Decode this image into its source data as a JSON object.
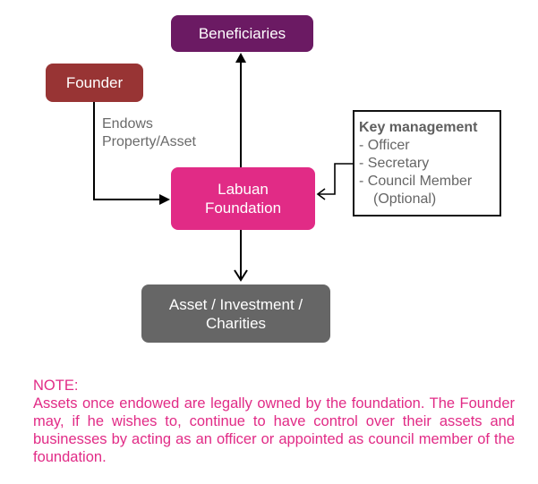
{
  "diagram": {
    "nodes": {
      "beneficiaries": {
        "label": "Beneficiaries",
        "color": "#6B1A63"
      },
      "founder": {
        "label": "Founder",
        "color": "#983434"
      },
      "foundation": {
        "line1": "Labuan",
        "line2": "Foundation",
        "color": "#E12B86"
      },
      "assets": {
        "line1": "Asset / Investment /",
        "line2": "Charities",
        "color": "#666666"
      }
    },
    "edge_label": {
      "line1": "Endows",
      "line2": "Property/Asset"
    },
    "key_management": {
      "title": "Key management",
      "items": [
        "- Officer",
        "- Secretary",
        "- Council Member"
      ],
      "optional_note": "(Optional)"
    }
  },
  "note": {
    "heading": "NOTE:",
    "text": "Assets once endowed are legally owned by the foundation. The Founder may, if he wishes to, continue to have control over their assets and businesses by acting as an officer or appointed as council member of the foundation.",
    "color": "#E12B86"
  }
}
